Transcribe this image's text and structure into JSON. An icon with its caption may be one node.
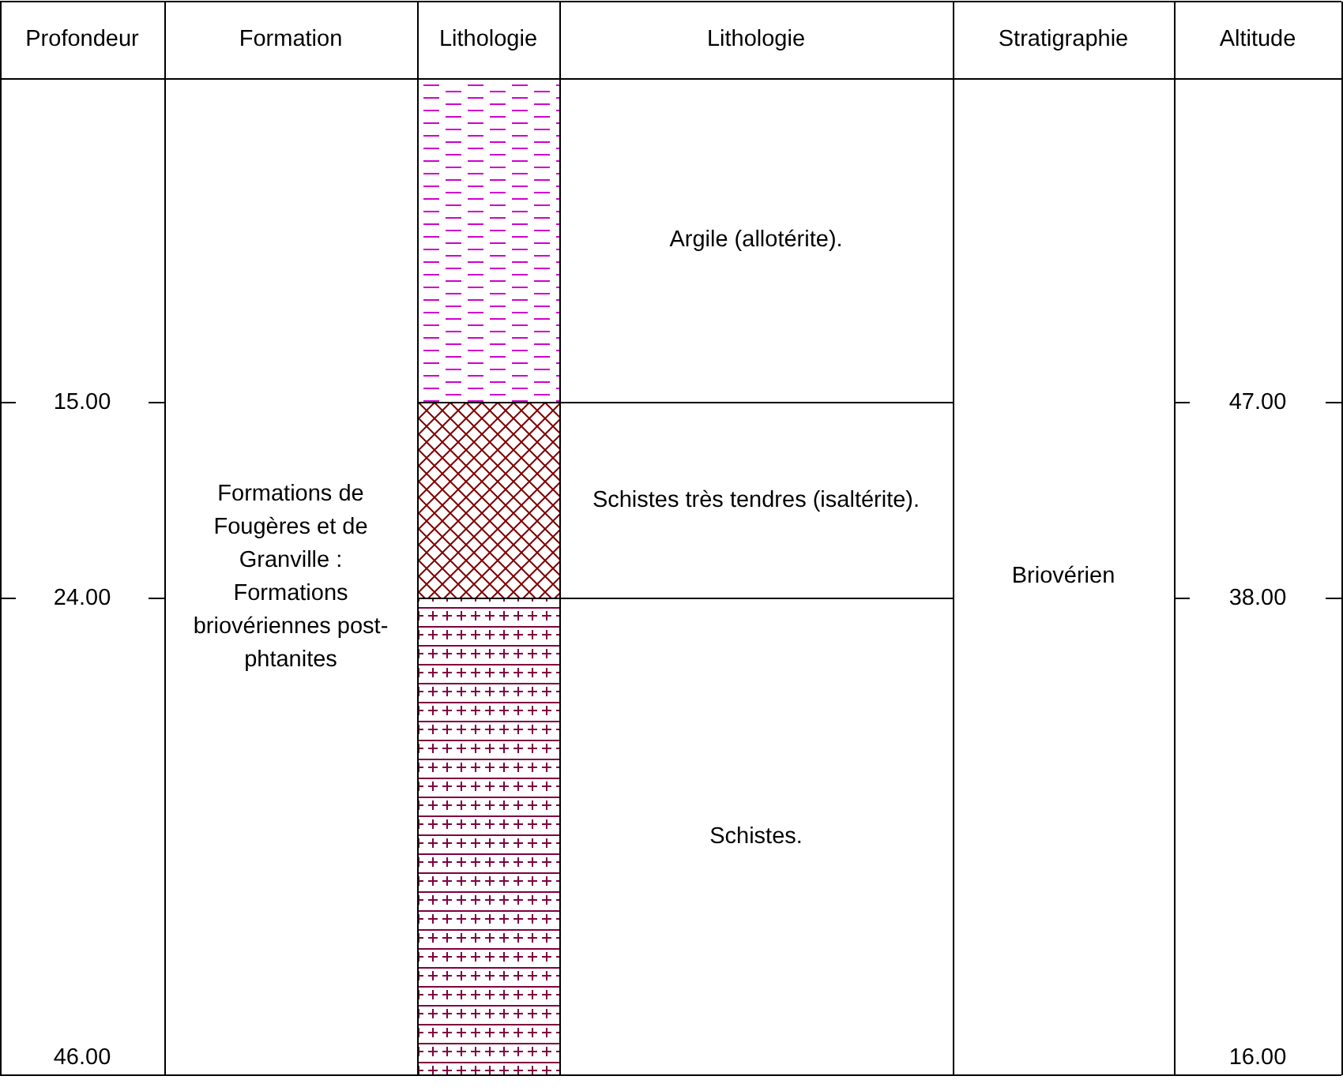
{
  "diagram": {
    "labels": [
      "Profondeur",
      "Formation",
      "Lithologie",
      "Lithologie",
      "Stratigraphie",
      "Altitude",
      "Argile (allotérite).",
      "15.00",
      "47.00",
      "Formations de Fougères et de Granville : Formations briovériennes post-phtanites",
      "Schistes très tendres (isaltérite).",
      "Briovérien",
      "24.00",
      "38.00",
      "Schistes.",
      "46.00",
      "16.00"
    ]
  }
}
